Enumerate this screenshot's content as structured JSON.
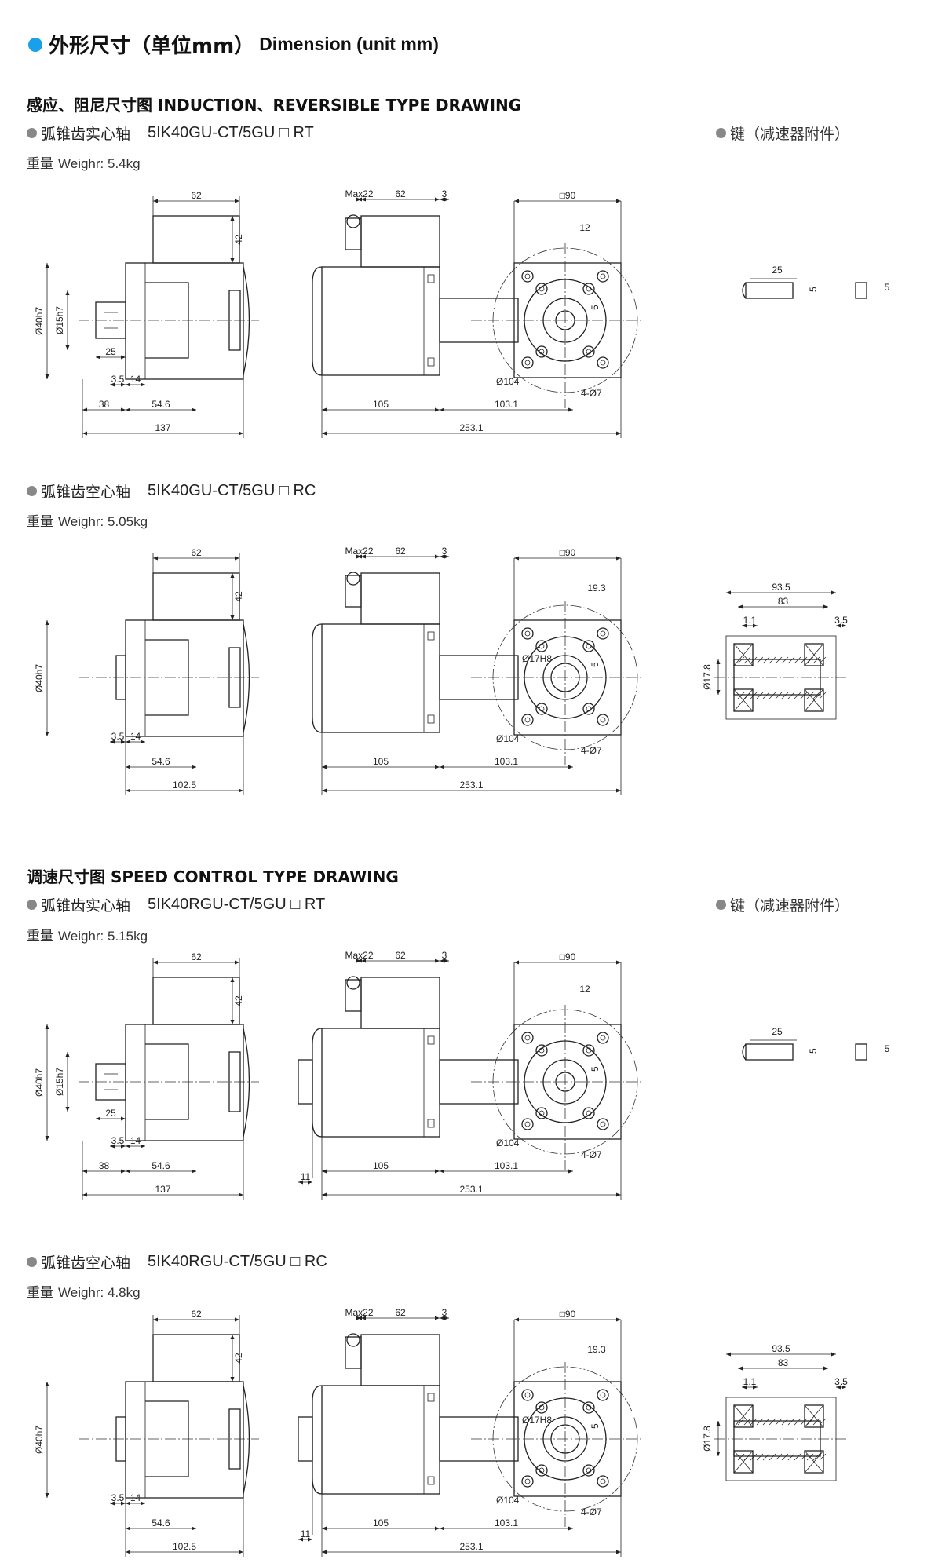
{
  "header": {
    "title_cn": "外形尺寸（单位mm）",
    "title_en": "Dimension (unit mm)"
  },
  "sections": [
    {
      "title": "感应、阻尼尺寸图 INDUCTION、REVERSIBLE TYPE DRAWING"
    },
    {
      "title": "调速尺寸图 SPEED CONTROL TYPE DRAWING"
    }
  ],
  "key_label": "键（减速器附件）",
  "shaft_solid": "弧锥齿实心轴",
  "shaft_hollow": "弧锥齿空心轴",
  "weight_label": "重量",
  "drawings": [
    {
      "code": "5IK40GU-CT/5GU □ RT",
      "weight": "Weighr: 5.4kg"
    },
    {
      "code": "5IK40GU-CT/5GU □ RC",
      "weight": "Weighr: 5.05kg"
    },
    {
      "code": "5IK40RGU-CT/5GU □ RT",
      "weight": "Weighr: 5.15kg"
    },
    {
      "code": "5IK40RGU-CT/5GU □ RC",
      "weight": "Weighr: 4.8kg"
    }
  ],
  "dims": {
    "box_w": "62",
    "box_h": "42",
    "od40": "Ø40h7",
    "od15": "Ø15h7",
    "d25": "25",
    "d35": "3.5",
    "d14": "14",
    "d38": "38",
    "d546": "54.6",
    "d137": "137",
    "d1025": "102.5",
    "max22": "Max22",
    "d3": "3",
    "sq90": "□90",
    "d105": "105",
    "d1031": "103.1",
    "d2531": "253.1",
    "d11": "11",
    "phi104": "Ø104",
    "holes": "4-Ø7",
    "d12": "12",
    "d193": "19.3",
    "d5": "5",
    "phi17": "Ø17H8",
    "key25": "25",
    "key5": "5",
    "d935": "93.5",
    "d83": "83",
    "d11b": "1.1",
    "d35b": "3.5",
    "d178": "Ø17.8"
  },
  "colors": {
    "accent": "#1aa0e8",
    "bullet": "#888888"
  }
}
